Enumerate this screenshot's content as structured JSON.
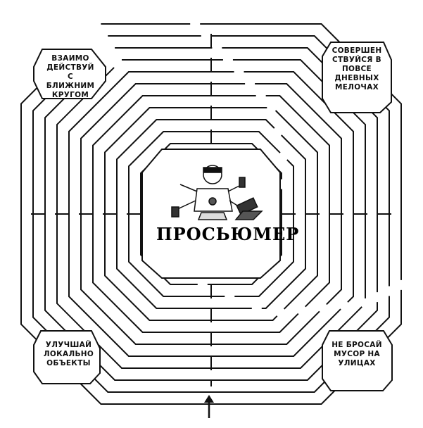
{
  "title": "ПРОСЬЮМЕР",
  "corners": {
    "top_left": [
      "ВЗАИМО",
      "ДЕЙСТВУЙ",
      "С БЛИЖНИМ",
      "КРУГОМ"
    ],
    "top_right": [
      "СОВЕРШЕН",
      "СТВУЙСЯ В",
      "ПОВСЕ",
      "ДНЕВНЫХ",
      "МЕЛОЧАХ"
    ],
    "bottom_left": [
      "УЛУЧШАЙ",
      "ЛОКАЛЬНО",
      "ОБЪЕКТЫ"
    ],
    "bottom_right": [
      "НЕ БРОСАЙ",
      "МУСОР НА",
      "УЛИЦАХ"
    ]
  },
  "colors": {
    "ink": "#111111",
    "background": "#ffffff"
  },
  "icons": {
    "entrance": "arrow-up-icon",
    "center": "person-with-devices-icon"
  }
}
